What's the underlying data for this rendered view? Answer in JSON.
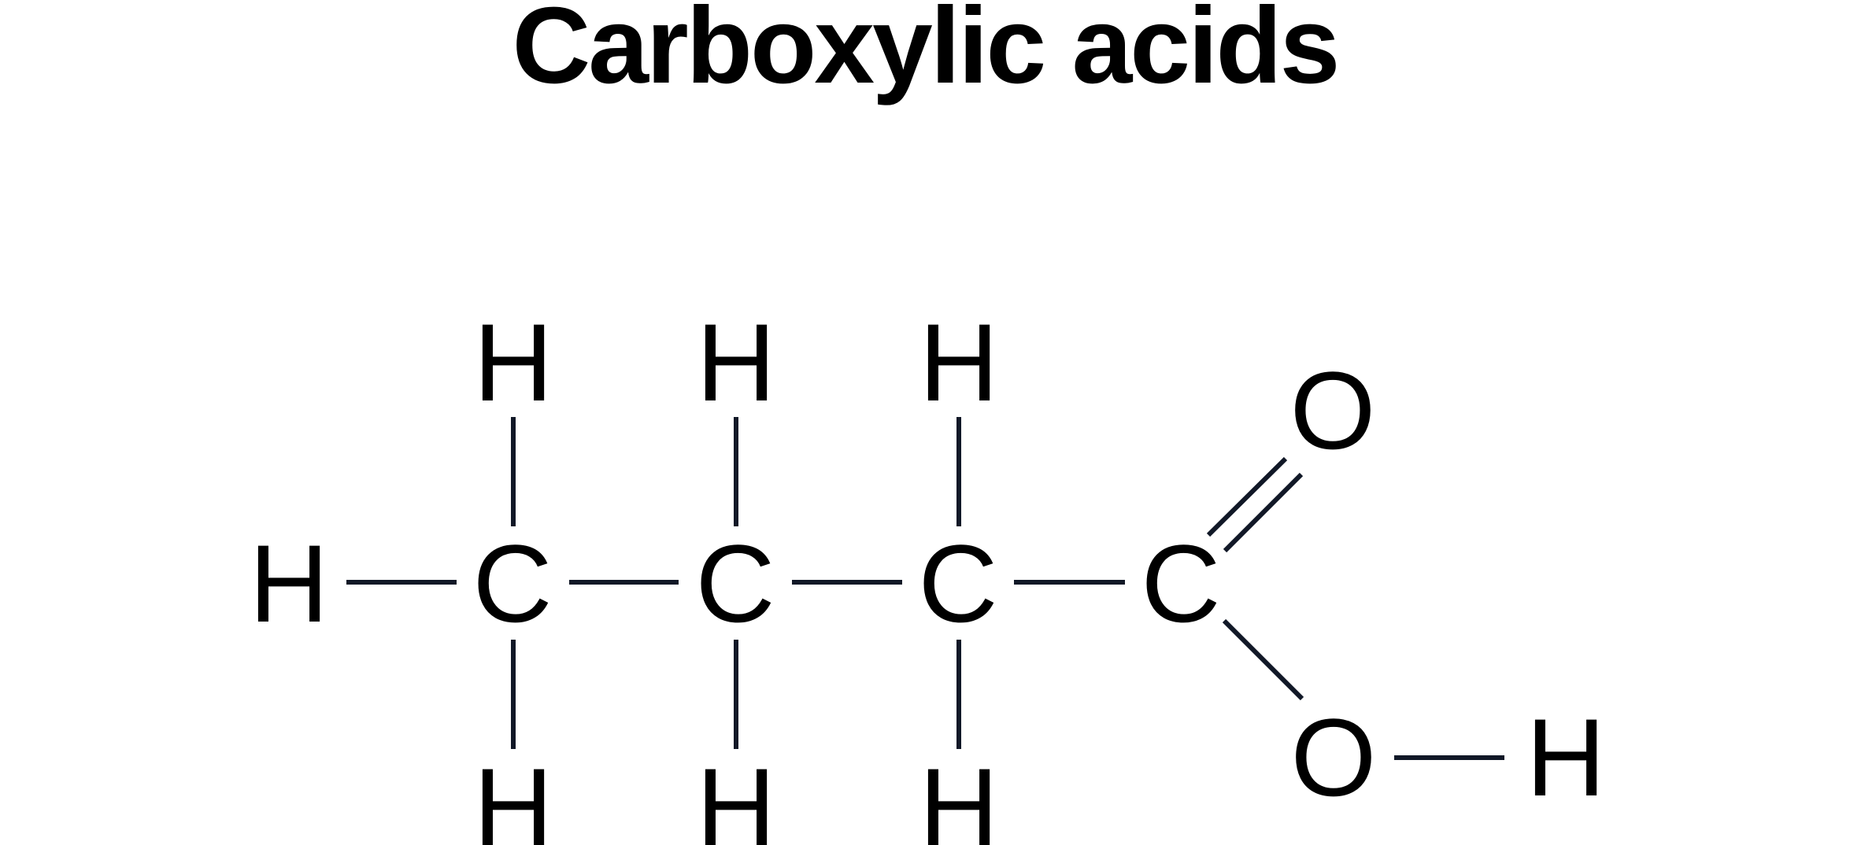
{
  "title": "Carboxylic acids",
  "molecule": {
    "atoms": {
      "h_left": "H",
      "c1": "C",
      "c2": "C",
      "c3": "C",
      "c4": "C",
      "h_top_1": "H",
      "h_top_2": "H",
      "h_top_3": "H",
      "h_bottom_1": "H",
      "h_bottom_2": "H",
      "h_bottom_3": "H",
      "o_double": "O",
      "o_hydroxyl": "O",
      "h_hydroxyl": "H"
    },
    "bond_color": "#111827"
  }
}
